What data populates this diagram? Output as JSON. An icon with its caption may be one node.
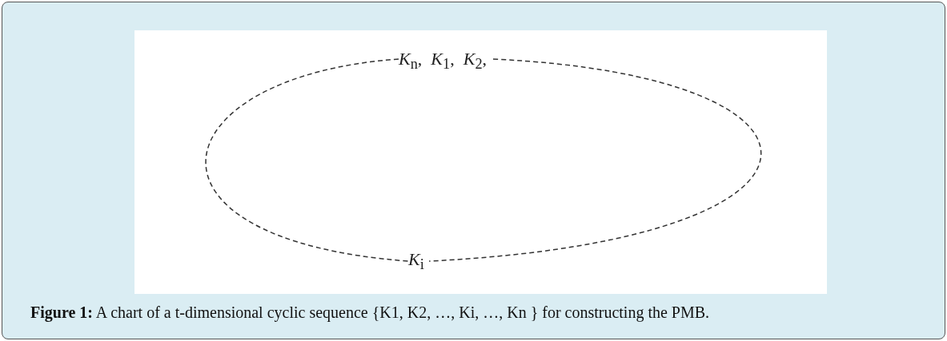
{
  "diagram": {
    "caption": "**Figure 1:** A chart of a t-dimensional cyclic sequence {K1, K2, …, Ki, …, Kn } for constructing the PMB.",
    "nodes": [
      {
        "text": [
          "*K*$_{n}$,  *K*$_{1}$,  *K*$_{2}$,"
        ]
      },
      {
        "text": [
          "*K*$_{i}$"
        ]
      }
    ],
    "edges": [
      {
        "from": 0,
        "to": 1,
        "arrow": "none",
        "style": "dashed"
      },
      {
        "from": 0,
        "to": 1,
        "arrow": "none",
        "style": "dashed"
      }
    ]
  }
}
